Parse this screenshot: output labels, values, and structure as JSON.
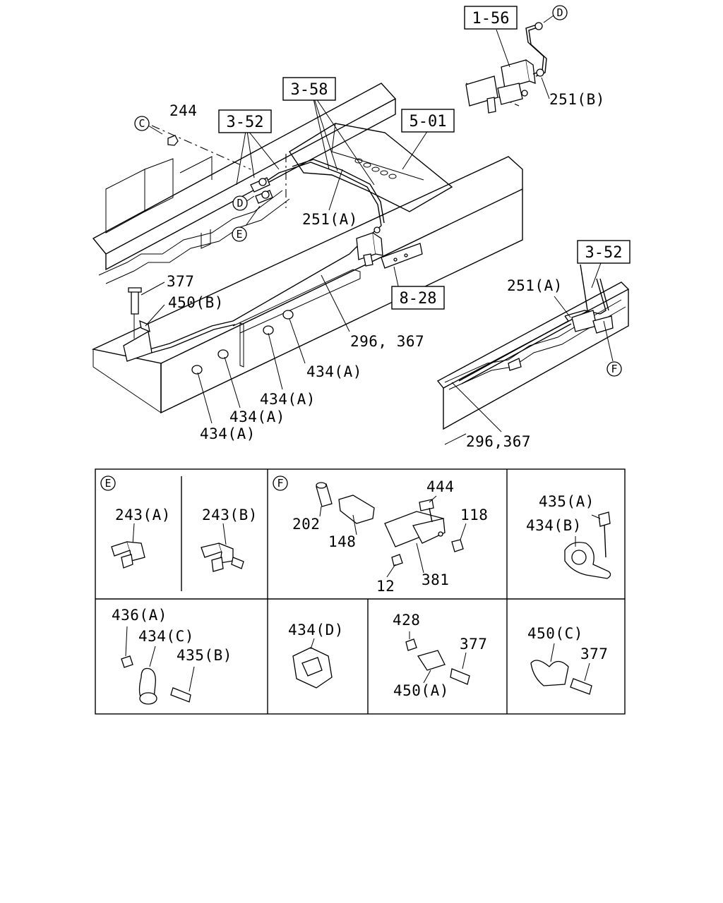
{
  "diagram": {
    "main": {
      "refs": [
        "1-56",
        "3-58",
        "3-52",
        "5-01",
        "8-28",
        "3-52"
      ],
      "circle_markers": [
        "C",
        "D",
        "D",
        "E",
        "F"
      ],
      "labels": {
        "p244": "244",
        "p251b": "251(B)",
        "p251a": "251(A)",
        "p377": "377",
        "p450b": "450(B)",
        "p296_367": "296, 367",
        "p434a_1": "434(A)",
        "p434a_2": "434(A)",
        "p434a_3": "434(A)",
        "p434a_4": "434(A)",
        "p251a_2": "251(A)",
        "p296_367_2": "296,367"
      }
    },
    "details": {
      "e": {
        "marker": "E",
        "labels": [
          "243(A)",
          "243(B)"
        ]
      },
      "f": {
        "marker": "F",
        "labels": [
          "444",
          "202",
          "148",
          "118",
          "12",
          "381"
        ]
      },
      "clamp_a": {
        "labels": [
          "435(A)",
          "434(B)"
        ]
      },
      "clamp_c": {
        "labels": [
          "436(A)",
          "434(C)",
          "435(B)"
        ]
      },
      "clamp_d": {
        "labels": [
          "434(D)"
        ]
      },
      "bracket_a": {
        "labels": [
          "428",
          "377",
          "450(A)"
        ]
      },
      "bracket_c": {
        "labels": [
          "450(C)",
          "377"
        ]
      }
    }
  }
}
